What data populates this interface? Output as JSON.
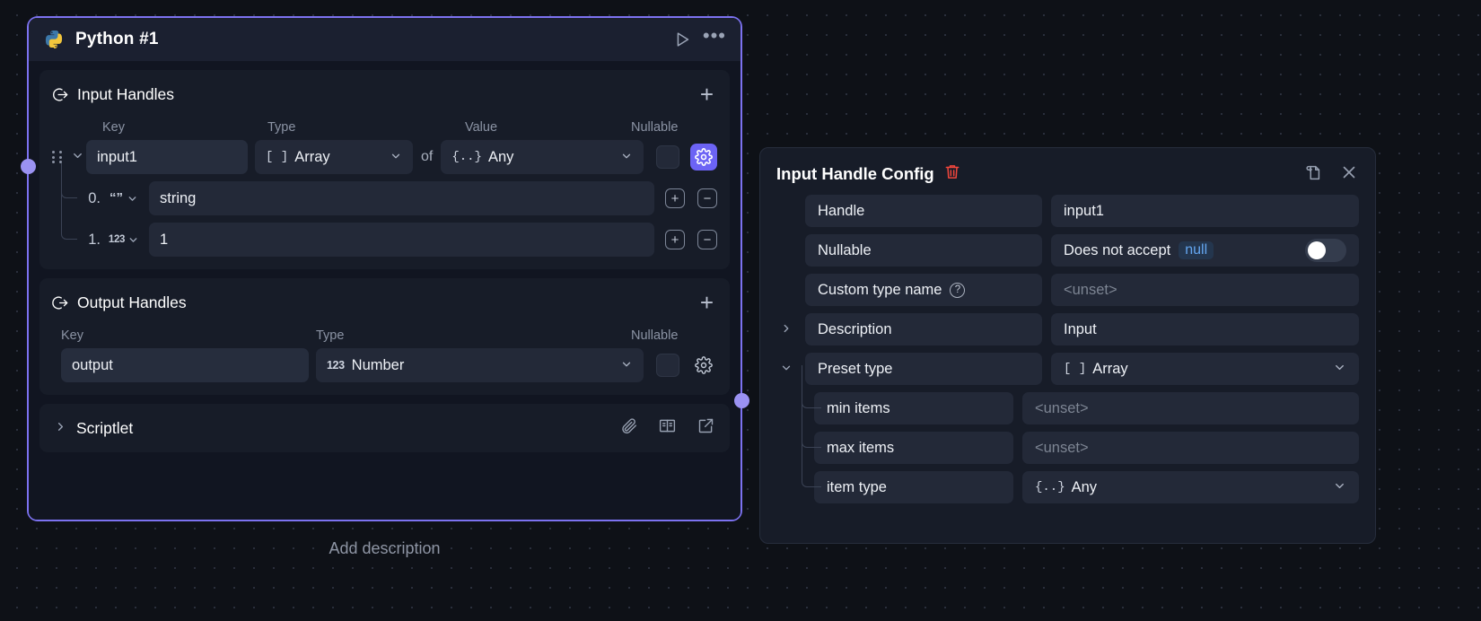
{
  "node": {
    "title": "Python #1",
    "icon": "python-icon",
    "run_icon": "play-icon",
    "more_icon": "ellipsis-icon",
    "add_description": "Add description",
    "input_section": {
      "title": "Input Handles",
      "icon": "arrow-into-circle-icon",
      "add_label": "+",
      "columns": {
        "key": "Key",
        "type": "Type",
        "value": "Value",
        "nullable": "Nullable"
      },
      "handle": {
        "key": "input1",
        "type": "[ ] Array",
        "type_prefix": "[ ]",
        "type_name": "Array",
        "of_label": "of",
        "value_type_prefix": "{..}",
        "value_type_name": "Any",
        "nullable_checked": false,
        "gear_active": true
      },
      "items": [
        {
          "index": "0.",
          "type_glyph": "“”",
          "type_kind": "string",
          "value": "string"
        },
        {
          "index": "1.",
          "type_glyph": "123",
          "type_kind": "number",
          "value": "1"
        }
      ],
      "item_add_label": "+",
      "item_remove_label": "−"
    },
    "output_section": {
      "title": "Output Handles",
      "icon": "arrow-out-of-circle-icon",
      "add_label": "+",
      "columns": {
        "key": "Key",
        "type": "Type",
        "nullable": "Nullable"
      },
      "handle": {
        "key": "output",
        "type_prefix": "123",
        "type_name": "Number",
        "nullable_checked": false,
        "gear_active": false
      }
    },
    "scriptlet": {
      "label": "Scriptlet",
      "expanded": false,
      "icons": [
        "paperclip-icon",
        "book-icon",
        "open-external-icon"
      ]
    }
  },
  "config_panel": {
    "title": "Input Handle Config",
    "delete_icon": "trash-icon",
    "duplicate_icon": "duplicate-page-icon",
    "close_icon": "close-icon",
    "rows": [
      {
        "key": "Handle",
        "value": "input1",
        "placeholder": false,
        "expandable": false
      },
      {
        "key": "Nullable",
        "value": "Does not accept",
        "chip": "null",
        "toggle": false,
        "expandable": false
      },
      {
        "key": "Custom type name",
        "help": true,
        "value": "<unset>",
        "placeholder": true,
        "expandable": false
      },
      {
        "key": "Description",
        "value": "Input",
        "placeholder": false,
        "expandable": true,
        "expanded": false
      },
      {
        "key": "Preset type",
        "value": "[ ] Array",
        "value_prefix": "[ ]",
        "value_name": "Array",
        "expandable": true,
        "expanded": true,
        "dropdown": true
      }
    ],
    "subrows": [
      {
        "key": "min items",
        "value": "<unset>",
        "placeholder": true
      },
      {
        "key": "max items",
        "value": "<unset>",
        "placeholder": true
      },
      {
        "key": "item type",
        "value_prefix": "{..}",
        "value_name": "Any",
        "placeholder": false,
        "dropdown": true
      }
    ]
  },
  "colors": {
    "accent": "#7c72f0",
    "handle": "#9b92f2",
    "gear_active": "#6c63f5",
    "danger": "#f0463c",
    "null_chip_text": "#64a6f0",
    "canvas_bg": "#0e1117",
    "panel_bg": "#171c28"
  }
}
